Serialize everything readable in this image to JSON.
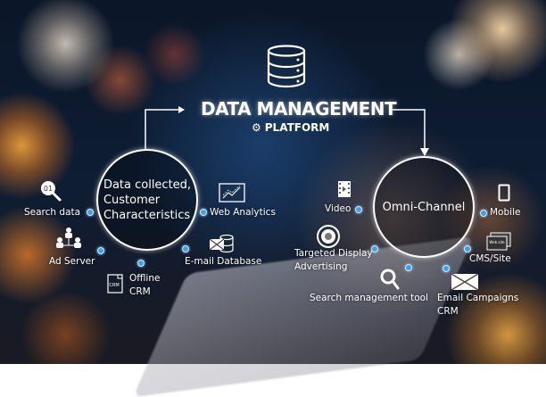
{
  "header": {
    "title": "DATA MANAGEMENT",
    "subtitle": "PLATFORM",
    "title_icon": "database-icon",
    "subtitle_icon": "gear-icon"
  },
  "left_hub": {
    "lines": [
      "Data collected,",
      "Customer",
      "Characteristics"
    ],
    "items": [
      {
        "label": "Search data",
        "icon": "search-01-icon"
      },
      {
        "label": "Ad Server",
        "icon": "network-users-icon"
      },
      {
        "label": "Offline",
        "label2": "CRM",
        "icon": "crm-document-icon"
      },
      {
        "label": "E-mail Database",
        "icon": "email-database-icon"
      },
      {
        "label": "Web Analytics",
        "icon": "line-chart-icon"
      }
    ]
  },
  "right_hub": {
    "label": "Omni-Channel",
    "items": [
      {
        "label": "Video",
        "icon": "film-icon"
      },
      {
        "label": "Targeted Display",
        "label2": "Advertising",
        "icon": "target-ad-icon"
      },
      {
        "label": "Search management tool",
        "icon": "magnifier-icon"
      },
      {
        "label": "Email  Campaigns",
        "label2": "CRM",
        "icon": "envelope-icon"
      },
      {
        "label": "CMS/Site",
        "icon": "web-site-icon"
      },
      {
        "label": "Mobile",
        "icon": "mobile-icon"
      }
    ]
  },
  "colors": {
    "dot": "#3ea0e8",
    "line": "#ffffff",
    "background_dark": "#0e1d33"
  }
}
